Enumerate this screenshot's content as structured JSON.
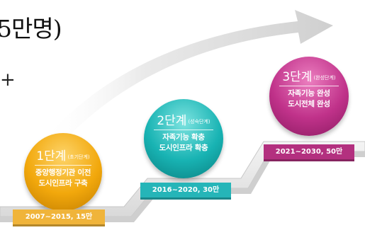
{
  "header": {
    "title_fragment": "5만명)",
    "second_line_fragment": "+"
  },
  "stages": [
    {
      "label": "1단계",
      "sublabel": "(초기단계)",
      "lines": [
        "중앙행정기관 이전",
        "도시인프라 구축"
      ],
      "period": "2007~2015, 15만",
      "color": "#f2a80c"
    },
    {
      "label": "2단계",
      "sublabel": "(성숙단계)",
      "lines": [
        "자족기능 확충",
        "도시인프라 확충"
      ],
      "period": "2016~2020, 30만",
      "color": "#18b3b3"
    },
    {
      "label": "3단계",
      "sublabel": "(완성단계)",
      "lines": [
        "자족기능 완성",
        "도시전체 완성"
      ],
      "period": "2021~2030, 50만",
      "color": "#c0328a"
    }
  ]
}
